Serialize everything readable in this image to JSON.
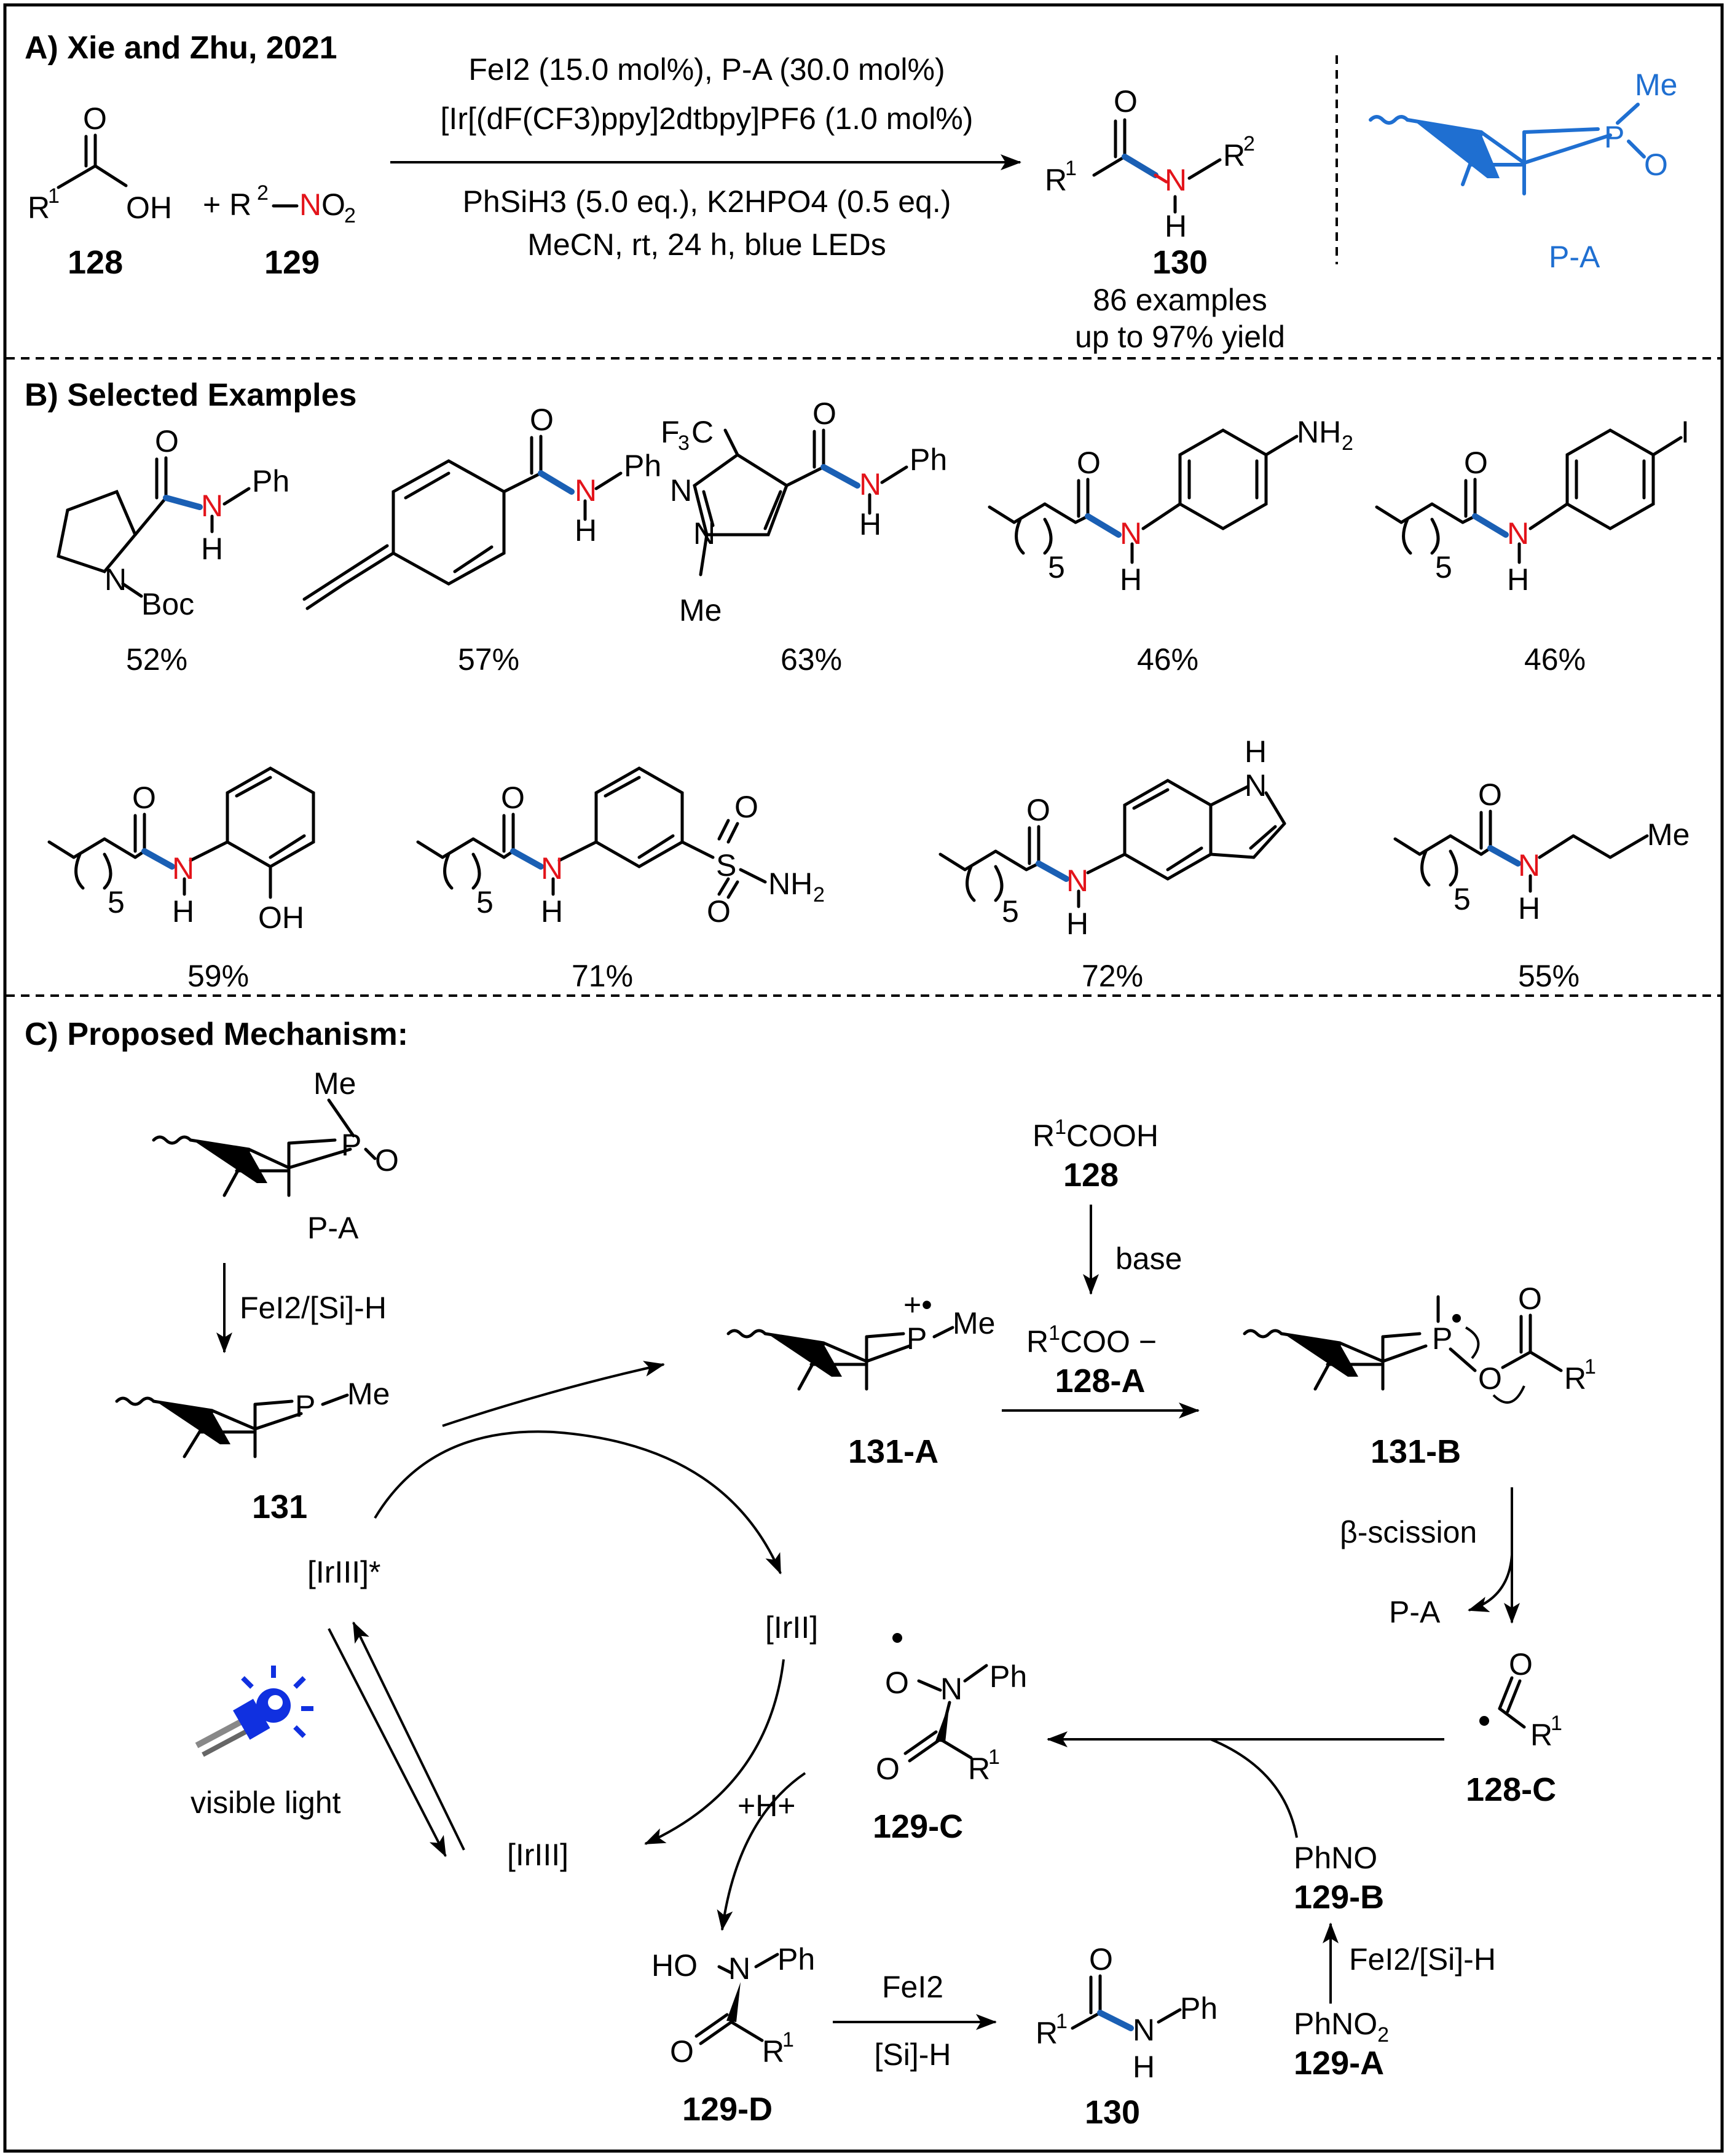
{
  "panel_a": {
    "title": "A) Xie and Zhu, 2021",
    "reagent_1": "FeI2 (15.0 mol%), P-A (30.0 mol%)",
    "reagent_2": "[Ir[(dF(CF3)ppy]2dtbpy]PF6 (1.0 mol%)",
    "reagent_3": "PhSiH3 (5.0 eq.), K2HPO4 (0.5 eq.)",
    "reagent_4": "MeCN, rt, 24 h, blue LEDs",
    "compound_128": "128",
    "compound_129": "129",
    "compound_130": "130",
    "examples": "86 examples",
    "yield": "up to 97% yield",
    "catalyst": "P-A"
  },
  "panel_b": {
    "title": "B) Selected Examples",
    "yields_row1": [
      "52%",
      "57%",
      "63%",
      "46%",
      "46%"
    ],
    "yields_row2": [
      "59%",
      "71%",
      "72%",
      "55%"
    ]
  },
  "panel_c": {
    "title": "C) Proposed Mechanism:",
    "pa": "P-A",
    "step_reduce": "FeI2/[Si]-H",
    "c131": "131",
    "c131a": "131-A",
    "c131b": "131-B",
    "acid": "R1COOH",
    "c128": "128",
    "base": "base",
    "carboxylate": "R1COO −",
    "c128a": "128-A",
    "beta": "β-scission",
    "pa2": "P-A",
    "c128c": "128-C",
    "c129c": "129-C",
    "c129b": "129-B",
    "phno": "PhNO",
    "phno2": "PhNO2",
    "c129a": "129-A",
    "c129d": "129-D",
    "c130": "130",
    "fei2": "FeI2",
    "sih": "[Si]-H",
    "ir3star": "[IrIII]*",
    "ir2": "[IrII]",
    "ir3": "[IrIII]",
    "hplus": "+H+",
    "light": "visible light"
  }
}
